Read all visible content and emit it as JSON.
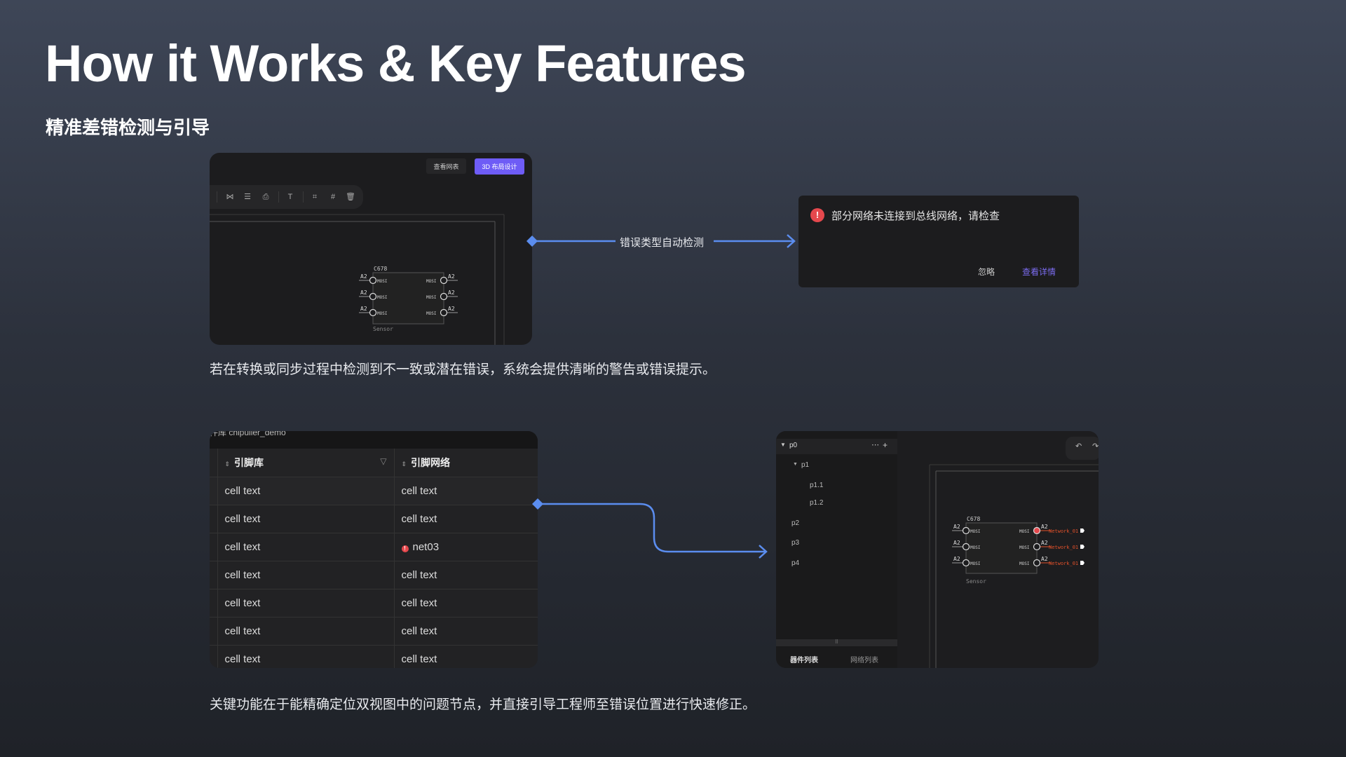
{
  "title": "How it Works & Key Features",
  "subtitle": "精准差错检测与引导",
  "panel1": {
    "view_netlist_button": "查看网表",
    "layout_3d_button": "3D 布局设计",
    "component": {
      "ref": "C678",
      "name": "Sensor",
      "left_pins": [
        {
          "net": "A2",
          "pin": "MOSI"
        },
        {
          "net": "A2",
          "pin": "MOSI"
        },
        {
          "net": "A2",
          "pin": "MOSI"
        }
      ],
      "right_pins": [
        {
          "net": "A2",
          "pin": "MOSI"
        },
        {
          "net": "A2",
          "pin": "MOSI"
        },
        {
          "net": "A2",
          "pin": "MOSI"
        }
      ]
    }
  },
  "arrow1_label": "错误类型自动检测",
  "dialog": {
    "message": "部分网络未连接到总线网络，请检查",
    "ignore": "忽略",
    "details": "查看详情",
    "accent": "#7b6cf0",
    "error_color": "#e5484d"
  },
  "caption1": "若在转换或同步过程中检测到不一致或潜在错误，系统会提供清晰的警告或错误提示。",
  "table": {
    "top_label": "件库  chipuller_demo",
    "headers": [
      "引脚库",
      "引脚网络"
    ],
    "rows": [
      [
        "cell text",
        "cell text"
      ],
      [
        "cell text",
        "cell text"
      ],
      [
        "cell text",
        "net03"
      ],
      [
        "cell text",
        "cell text"
      ],
      [
        "cell text",
        "cell text"
      ],
      [
        "cell text",
        "cell text"
      ],
      [
        "cell text",
        "cell text"
      ]
    ]
  },
  "panel4": {
    "tree": [
      {
        "label": "p0"
      },
      {
        "label": "p1"
      },
      {
        "label": "p1.1"
      },
      {
        "label": "p1.2"
      },
      {
        "label": "p2"
      },
      {
        "label": "p3"
      },
      {
        "label": "p4"
      }
    ],
    "tabs": [
      "器件列表",
      "网络列表"
    ],
    "component": {
      "ref": "C678",
      "name": "Sensor",
      "left_pins": [
        {
          "net": "A2",
          "pin": "MOSI"
        },
        {
          "net": "A2",
          "pin": "MOSI"
        },
        {
          "net": "A2",
          "pin": "MOSI"
        }
      ],
      "right_pins": [
        {
          "net": "A2",
          "pin": "MOSI",
          "label": "Network_01"
        },
        {
          "net": "A2",
          "pin": "MOSI",
          "label": "Network_01"
        },
        {
          "net": "A2",
          "pin": "MOSI",
          "label": "Network_01"
        }
      ]
    }
  },
  "caption2": "关键功能在于能精确定位双视图中的问题节点，并直接引导工程师至错误位置进行快速修正。",
  "colors": {
    "connector": "#5b8def",
    "accent": "#6e5cf6",
    "error": "#e5484d",
    "network_label": "#e0502a"
  }
}
